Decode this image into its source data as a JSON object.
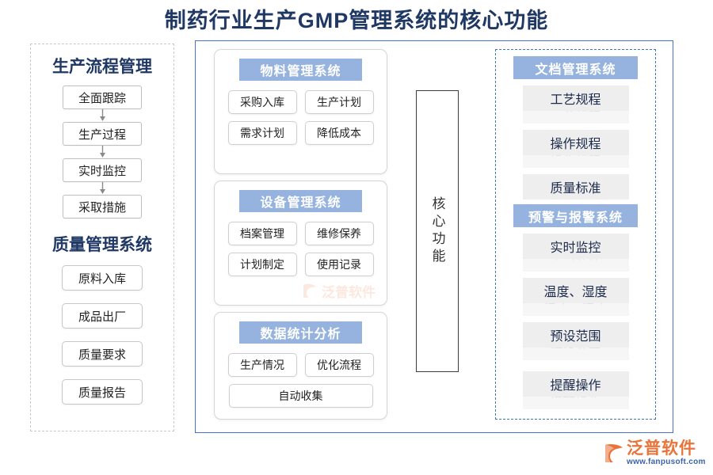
{
  "title": "制药行业生产GMP管理系统的核心功能",
  "left_panel": {
    "process": {
      "heading": "生产流程管理",
      "steps": [
        "全面跟踪",
        "生产过程",
        "实时监控",
        "采取措施"
      ]
    },
    "quality": {
      "heading": "质量管理系统",
      "items": [
        "原料入库",
        "成品出厂",
        "质量要求",
        "质量报告"
      ]
    }
  },
  "middle_cards": [
    {
      "header": "物料管理系统",
      "items": [
        "采购入库",
        "生产计划",
        "需求计划",
        "降低成本"
      ]
    },
    {
      "header": "设备管理系统",
      "items": [
        "档案管理",
        "维修保养",
        "计划制定",
        "使用记录"
      ]
    },
    {
      "header": "数据统计分析",
      "items": [
        "生产情况",
        "优化流程"
      ],
      "wide_item": "自动收集"
    }
  ],
  "core": {
    "label": "核心功能"
  },
  "right_panel": {
    "document": {
      "header": "文档管理系统",
      "items": [
        "工艺规程",
        "操作规程",
        "质量标准"
      ]
    },
    "alarm": {
      "header": "预警与报警系统",
      "items": [
        "实时监控",
        "温度、湿度",
        "预设范围",
        "提醒操作"
      ]
    }
  },
  "watermark": {
    "text": "泛普软件"
  },
  "logo": {
    "name": "泛普软件",
    "url": "www.fanpusoft.com",
    "icon": "fanpu-swoosh-logo"
  },
  "colors": {
    "title": "#1f3864",
    "header_blue": "#95b3de",
    "container_border": "#4472c4",
    "item_gray": "#eeeeee",
    "logo_orange": "#e8743b",
    "logo_blue": "#3b63a8"
  }
}
